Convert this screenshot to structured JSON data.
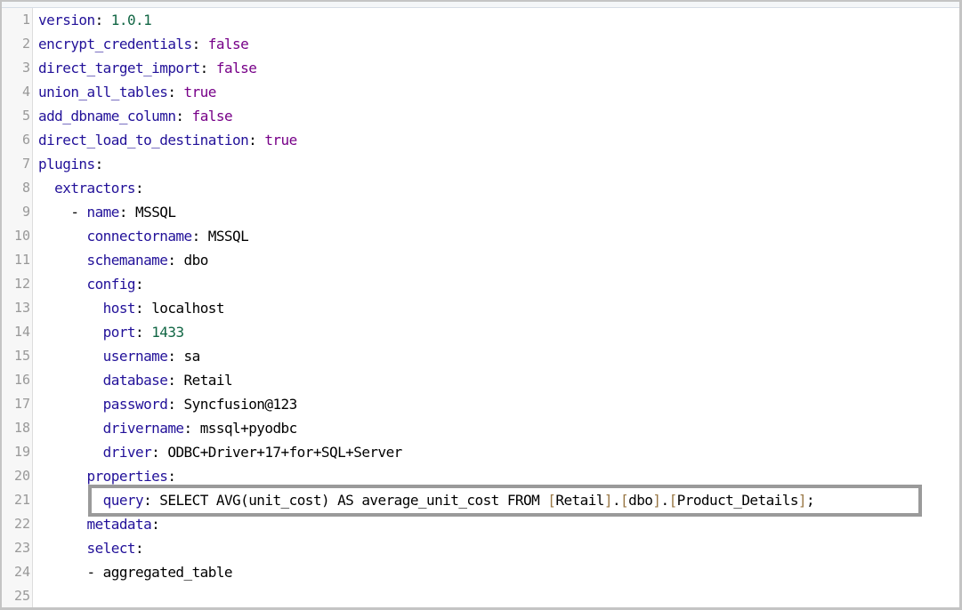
{
  "editor": {
    "language": "yaml",
    "colors": {
      "key": "#221199",
      "number": "#116644",
      "boolean": "#770088",
      "string": "#000000",
      "bracket": "#997744",
      "line_number": "#999999",
      "highlight_border": "#9a9a9a"
    },
    "highlighted_line": 21,
    "lines": [
      {
        "n": "1",
        "indent": "",
        "dash": "",
        "key": "version",
        "value": "1.0.1",
        "type": "number"
      },
      {
        "n": "2",
        "indent": "",
        "dash": "",
        "key": "encrypt_credentials",
        "value": "false",
        "type": "boolean"
      },
      {
        "n": "3",
        "indent": "",
        "dash": "",
        "key": "direct_target_import",
        "value": "false",
        "type": "boolean"
      },
      {
        "n": "4",
        "indent": "",
        "dash": "",
        "key": "union_all_tables",
        "value": "true",
        "type": "boolean"
      },
      {
        "n": "5",
        "indent": "",
        "dash": "",
        "key": "add_dbname_column",
        "value": "false",
        "type": "boolean"
      },
      {
        "n": "6",
        "indent": "",
        "dash": "",
        "key": "direct_load_to_destination",
        "value": "true",
        "type": "boolean"
      },
      {
        "n": "7",
        "indent": "",
        "dash": "",
        "key": "plugins",
        "value": "",
        "type": "none"
      },
      {
        "n": "8",
        "indent": "  ",
        "dash": "",
        "key": "extractors",
        "value": "",
        "type": "none"
      },
      {
        "n": "9",
        "indent": "    ",
        "dash": "- ",
        "key": "name",
        "value": "MSSQL",
        "type": "string"
      },
      {
        "n": "10",
        "indent": "      ",
        "dash": "",
        "key": "connectorname",
        "value": "MSSQL",
        "type": "string"
      },
      {
        "n": "11",
        "indent": "      ",
        "dash": "",
        "key": "schemaname",
        "value": "dbo",
        "type": "string"
      },
      {
        "n": "12",
        "indent": "      ",
        "dash": "",
        "key": "config",
        "value": "",
        "type": "none"
      },
      {
        "n": "13",
        "indent": "        ",
        "dash": "",
        "key": "host",
        "value": "localhost",
        "type": "string"
      },
      {
        "n": "14",
        "indent": "        ",
        "dash": "",
        "key": "port",
        "value": "1433",
        "type": "number"
      },
      {
        "n": "15",
        "indent": "        ",
        "dash": "",
        "key": "username",
        "value": "sa",
        "type": "string"
      },
      {
        "n": "16",
        "indent": "        ",
        "dash": "",
        "key": "database",
        "value": "Retail",
        "type": "string"
      },
      {
        "n": "17",
        "indent": "        ",
        "dash": "",
        "key": "password",
        "value": "Syncfusion@123",
        "type": "string"
      },
      {
        "n": "18",
        "indent": "        ",
        "dash": "",
        "key": "drivername",
        "value": "mssql+pyodbc",
        "type": "string"
      },
      {
        "n": "19",
        "indent": "        ",
        "dash": "",
        "key": "driver",
        "value": "ODBC+Driver+17+for+SQL+Server",
        "type": "string"
      },
      {
        "n": "20",
        "indent": "      ",
        "dash": "",
        "key": "properties",
        "value": "",
        "type": "none"
      },
      {
        "n": "21",
        "indent": "        ",
        "dash": "",
        "key": "query",
        "value": "",
        "type": "query",
        "query_parts": {
          "pre": "SELECT AVG(unit_cost) AS average_unit_cost FROM ",
          "lb1": "[",
          "t1": "Retail",
          "rb1": "]",
          "dot1": ".",
          "lb2": "[",
          "t2": "dbo",
          "rb2": "]",
          "dot2": ".",
          "lb3": "[",
          "t3": "Product_Details",
          "rb3": "]",
          "end": ";"
        }
      },
      {
        "n": "22",
        "indent": "      ",
        "dash": "",
        "key": "metadata",
        "value": "",
        "type": "none"
      },
      {
        "n": "23",
        "indent": "      ",
        "dash": "",
        "key": "select",
        "value": "",
        "type": "none"
      },
      {
        "n": "24",
        "indent": "      ",
        "dash": "- ",
        "key": "",
        "value": "aggregated_table",
        "type": "item"
      },
      {
        "n": "25",
        "indent": "",
        "dash": "",
        "key": "",
        "value": "",
        "type": "empty"
      }
    ]
  }
}
